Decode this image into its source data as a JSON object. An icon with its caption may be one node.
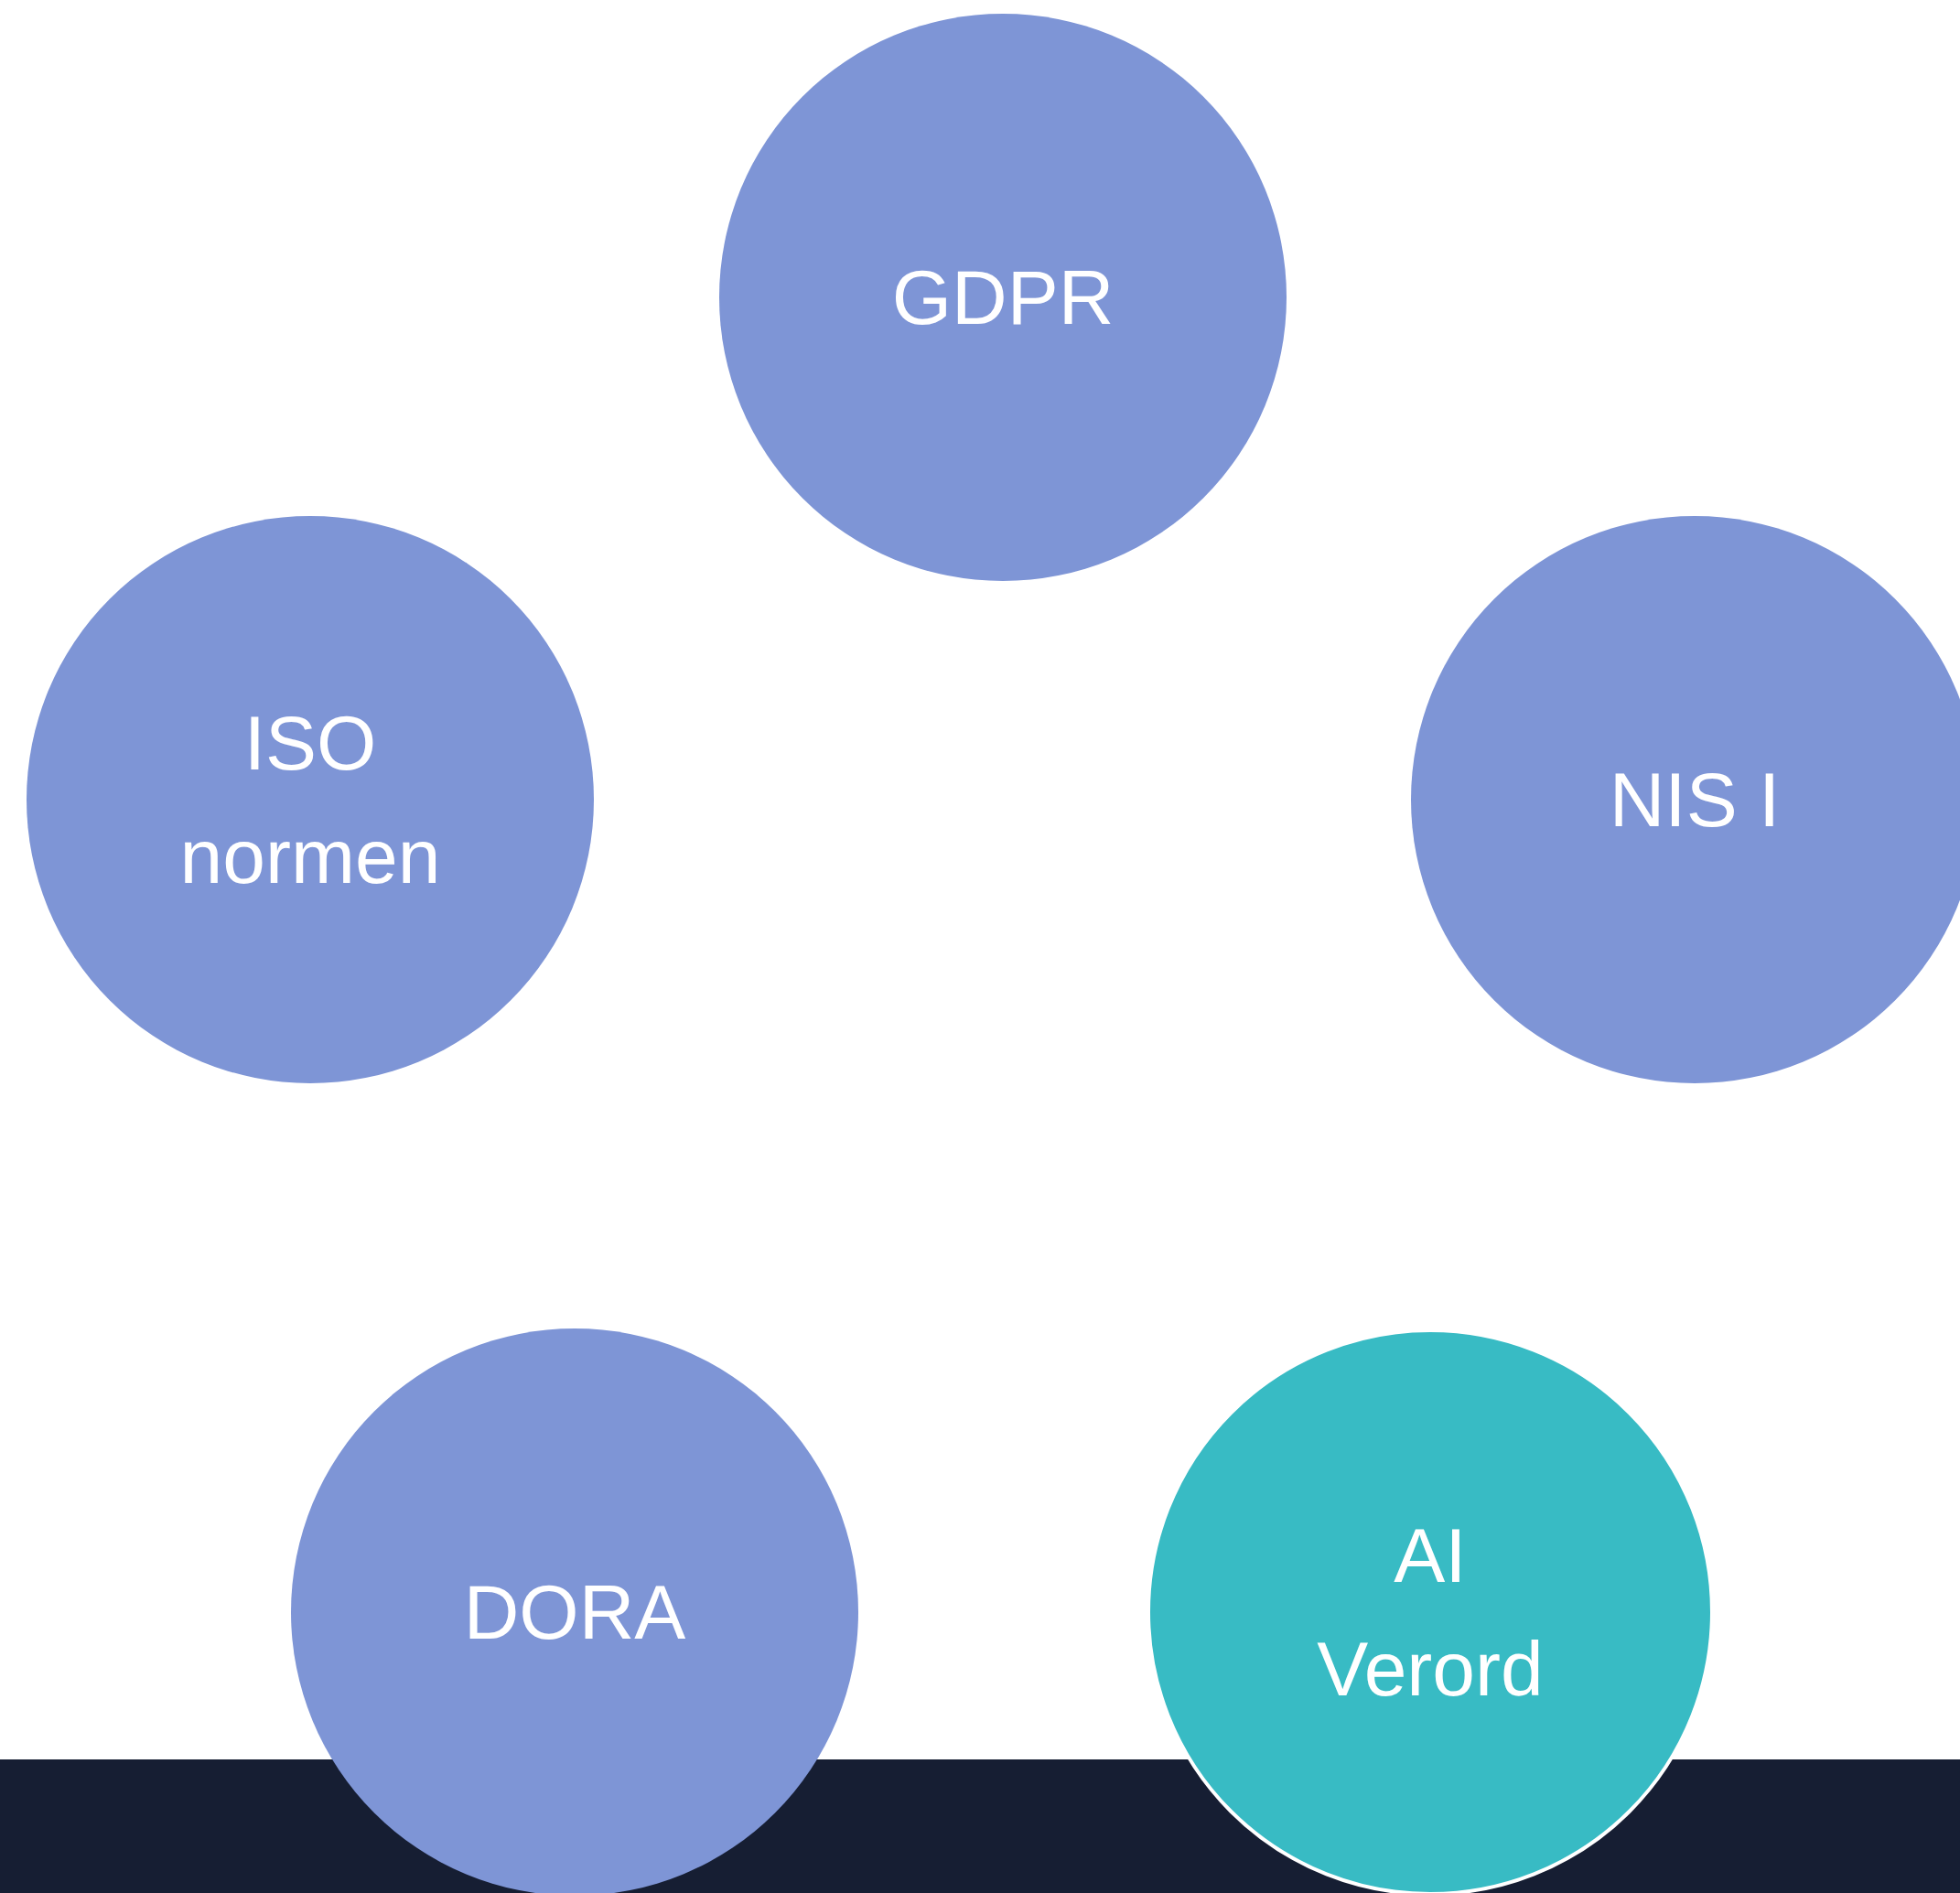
{
  "diagram": {
    "nodes": [
      {
        "text": [
          "GDPR"
        ]
      },
      {
        "text": [
          "ISO normen"
        ]
      },
      {
        "text": [
          "NIS I"
        ]
      },
      {
        "text": [
          "DORA"
        ]
      },
      {
        "text": [
          "AI Verord"
        ]
      }
    ]
  }
}
